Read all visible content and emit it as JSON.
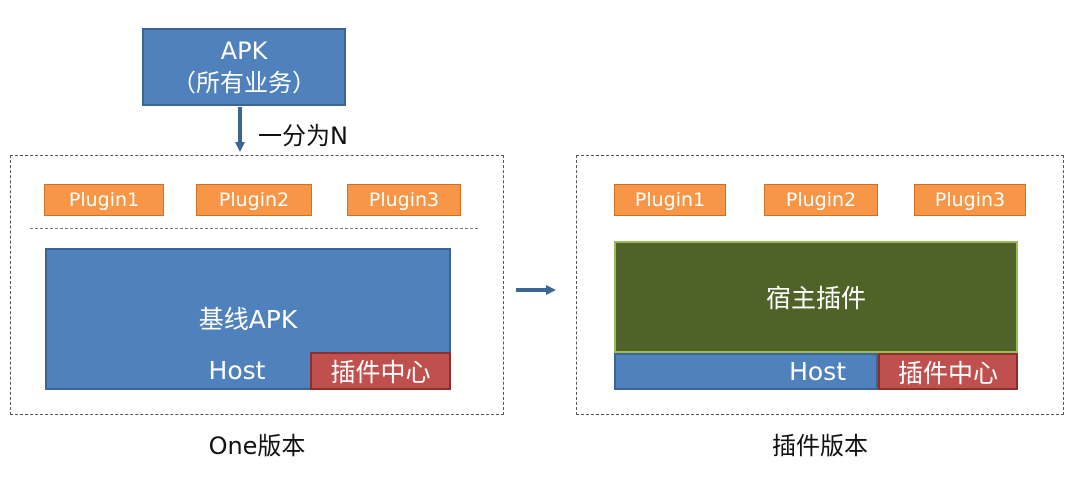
{
  "source_box": {
    "title": "APK",
    "subtitle": "（所有业务）"
  },
  "split_label": "一分为N",
  "one_version": {
    "plugins": [
      "Plugin1",
      "Plugin2",
      "Plugin3"
    ],
    "baseline_label": "基线APK",
    "host_label": "Host",
    "plugin_center_label": "插件中心",
    "caption": "One版本"
  },
  "plugin_version": {
    "plugins": [
      "Plugin1",
      "Plugin2",
      "Plugin3"
    ],
    "host_plugin_label": "宿主插件",
    "host_label": "Host",
    "plugin_center_label": "插件中心",
    "caption": "插件版本"
  },
  "colors": {
    "blue": "#4f81bd",
    "orange": "#f79646",
    "red": "#c0504d",
    "olive": "#4f6228",
    "olive_border": "#9bbb59",
    "arrow": "#3a6596"
  }
}
